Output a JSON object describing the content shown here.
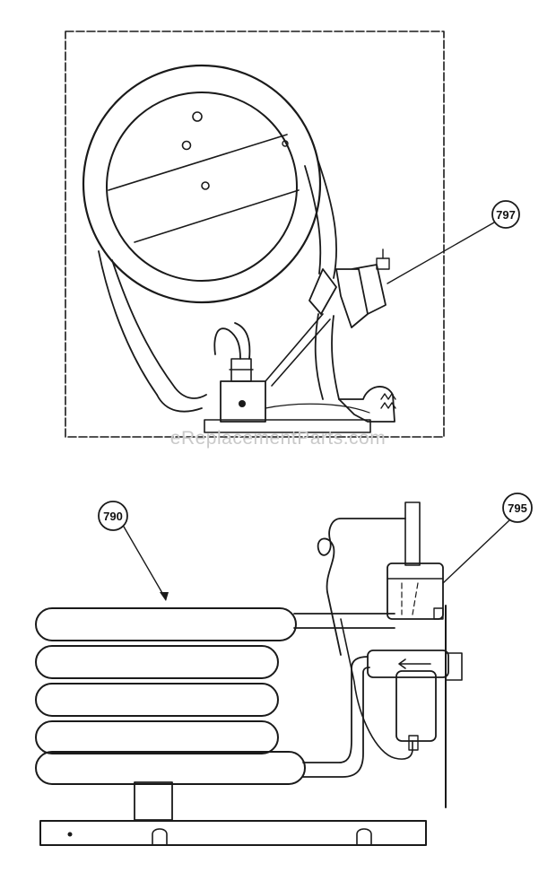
{
  "watermark": "eReplacementParts.com",
  "callouts": [
    {
      "id": "797",
      "label": "797"
    },
    {
      "id": "790",
      "label": "790"
    },
    {
      "id": "795",
      "label": "795"
    }
  ],
  "colors": {
    "ink": "#1a1a1a",
    "paper": "#ffffff",
    "watermark": "#c9c9c9"
  }
}
